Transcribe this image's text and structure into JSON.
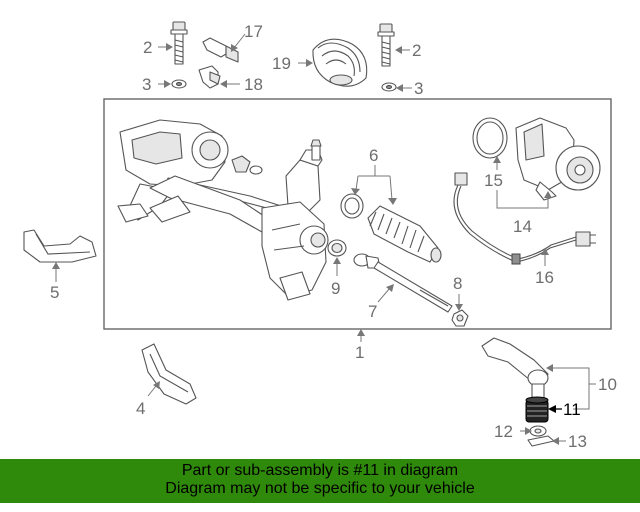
{
  "callouts": {
    "c1": "1",
    "c2a": "2",
    "c2b": "2",
    "c3a": "3",
    "c3b": "3",
    "c4": "4",
    "c5": "5",
    "c6": "6",
    "c7": "7",
    "c8": "8",
    "c9": "9",
    "c10": "10",
    "c11": "11",
    "c12": "12",
    "c13": "13",
    "c14": "14",
    "c15": "15",
    "c16": "16",
    "c17": "17",
    "c18": "18",
    "c19": "19"
  },
  "highlight_part": "11",
  "colors": {
    "banner": "#2f8a0b",
    "highlight": "#000000",
    "line": "#555555"
  },
  "banner": {
    "line1": "Part or sub-assembly is #11 in diagram",
    "line2": "Diagram may not be specific to your vehicle"
  }
}
